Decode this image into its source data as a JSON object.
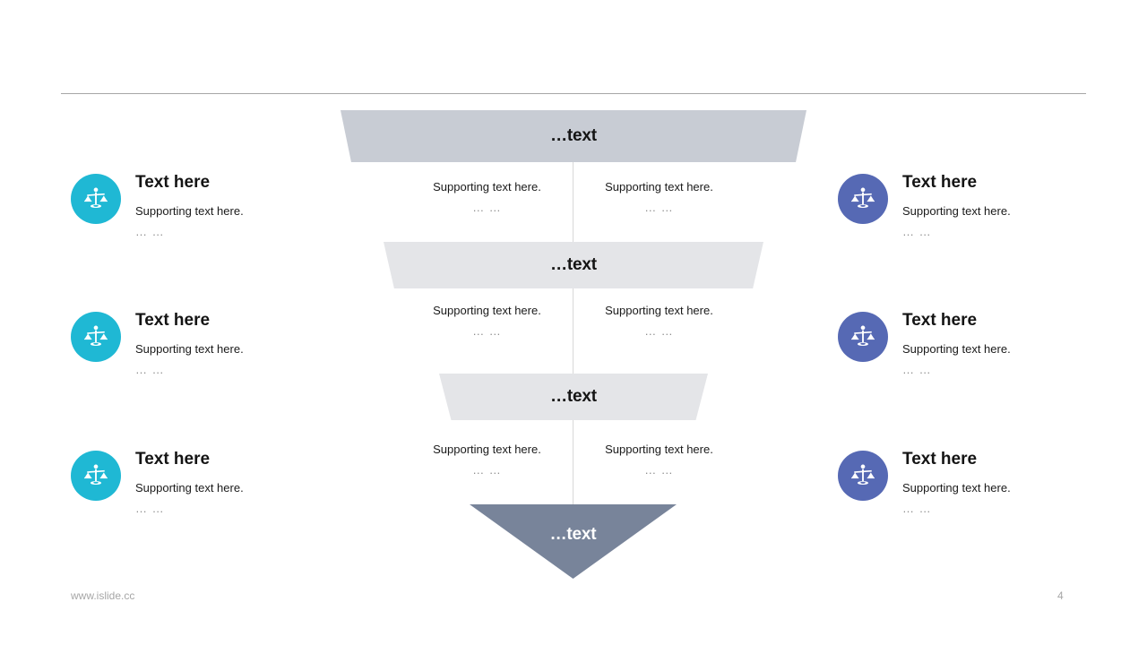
{
  "slide": {
    "page_number": "4",
    "footer_url": "www.islide.cc"
  },
  "colors": {
    "accent_left": "#1fb8d4",
    "accent_right": "#5669b4",
    "band1": "#c8ccd4",
    "band2": "#e4e5e8",
    "band3": "#e4e5e8",
    "band4": "#78849a",
    "rule": "#a6a6a6",
    "divider": "#d9d9d9"
  },
  "funnel": {
    "bands": [
      {
        "label": "…text"
      },
      {
        "label": "…text"
      },
      {
        "label": "…text"
      },
      {
        "label": "…text"
      }
    ]
  },
  "center_columns": [
    {
      "line": "Supporting text here.",
      "dots": "… …"
    },
    {
      "line": "Supporting text here.",
      "dots": "… …"
    },
    {
      "line": "Supporting text here.",
      "dots": "… …"
    },
    {
      "line": "Supporting text here.",
      "dots": "… …"
    },
    {
      "line": "Supporting text here.",
      "dots": "… …"
    },
    {
      "line": "Supporting text here.",
      "dots": "… …"
    }
  ],
  "side_items": {
    "left": [
      {
        "title": "Text here",
        "sub": "Supporting text here.",
        "dots": "… …",
        "icon": "justice-scales-icon"
      },
      {
        "title": "Text here",
        "sub": "Supporting text here.",
        "dots": "… …",
        "icon": "justice-scales-icon"
      },
      {
        "title": "Text here",
        "sub": "Supporting text here.",
        "dots": "… …",
        "icon": "justice-scales-icon"
      }
    ],
    "right": [
      {
        "title": "Text here",
        "sub": "Supporting text here.",
        "dots": "… …",
        "icon": "justice-scales-icon"
      },
      {
        "title": "Text here",
        "sub": "Supporting text here.",
        "dots": "… …",
        "icon": "justice-scales-icon"
      },
      {
        "title": "Text here",
        "sub": "Supporting text here.",
        "dots": "… …",
        "icon": "justice-scales-icon"
      }
    ]
  }
}
